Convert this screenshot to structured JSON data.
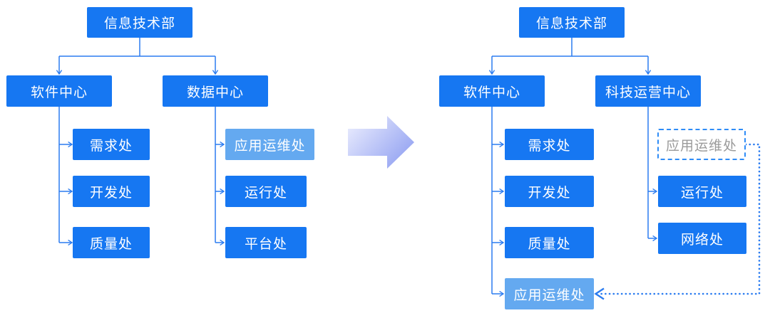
{
  "colors": {
    "node_blue": "#1677f2",
    "node_light_blue": "#64a9f0",
    "connector_blue": "#2b7cf0",
    "dashed_border_blue": "#2e8cf7",
    "ghost_text_gray": "#9a9a9a",
    "transition_arrow_start": "#e6e9fd",
    "transition_arrow_end": "#8d9df1"
  },
  "before": {
    "root": "信息技术部",
    "branches": [
      {
        "label": "软件中心",
        "children": [
          "需求处",
          "开发处",
          "质量处"
        ]
      },
      {
        "label": "数据中心",
        "children": [
          "应用运维处",
          "运行处",
          "平台处"
        ],
        "highlighted_child": "应用运维处"
      }
    ]
  },
  "after": {
    "root": "信息技术部",
    "branches": [
      {
        "label": "软件中心",
        "children": [
          "需求处",
          "开发处",
          "质量处",
          "应用运维处"
        ],
        "highlighted_child": "应用运维处"
      },
      {
        "label": "科技运营中心",
        "children": [
          "应用运维处",
          "运行处",
          "网络处"
        ],
        "ghost_child": "应用运维处"
      }
    ]
  }
}
